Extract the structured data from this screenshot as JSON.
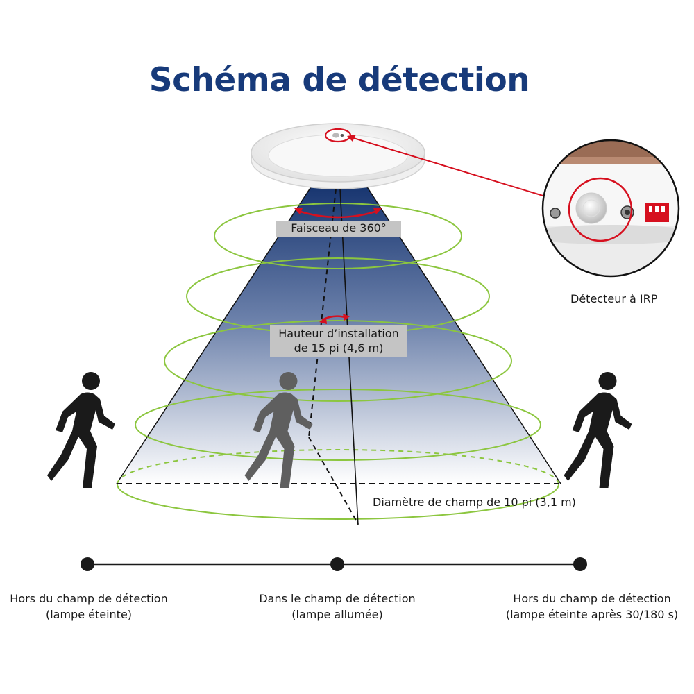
{
  "title": "Schéma de détection",
  "colors": {
    "title": "#173a7a",
    "beam_top": "#16346f",
    "beam_bottom": "#ffffff",
    "rings": "#8cc63f",
    "callout": "#d6101f",
    "figure_out": "#1a1a1a",
    "figure_in": "#5f5f5f",
    "label_box": "#c4c4c4"
  },
  "labels": {
    "beam": "Faisceau de 360°",
    "height_line1": "Hauteur d’installation",
    "height_line2": "de 15 pi (4,6 m)",
    "diameter": "Diamètre de champ de 10 pi (3,1 m)",
    "sensor": "Détecteur à IRP"
  },
  "states": [
    {
      "line1": "Hors du champ de détection",
      "line2": "(lampe éteinte)"
    },
    {
      "line1": "Dans le champ de détection",
      "line2": "(lampe allumée)"
    },
    {
      "line1": "Hors du champ de détection",
      "line2": "(lampe éteinte après 30/180 s)"
    }
  ],
  "icons": {
    "lamp": "ceiling-lamp-icon",
    "sensor_zoom": "pir-sensor-zoom-icon",
    "person": "walking-person-icon"
  }
}
